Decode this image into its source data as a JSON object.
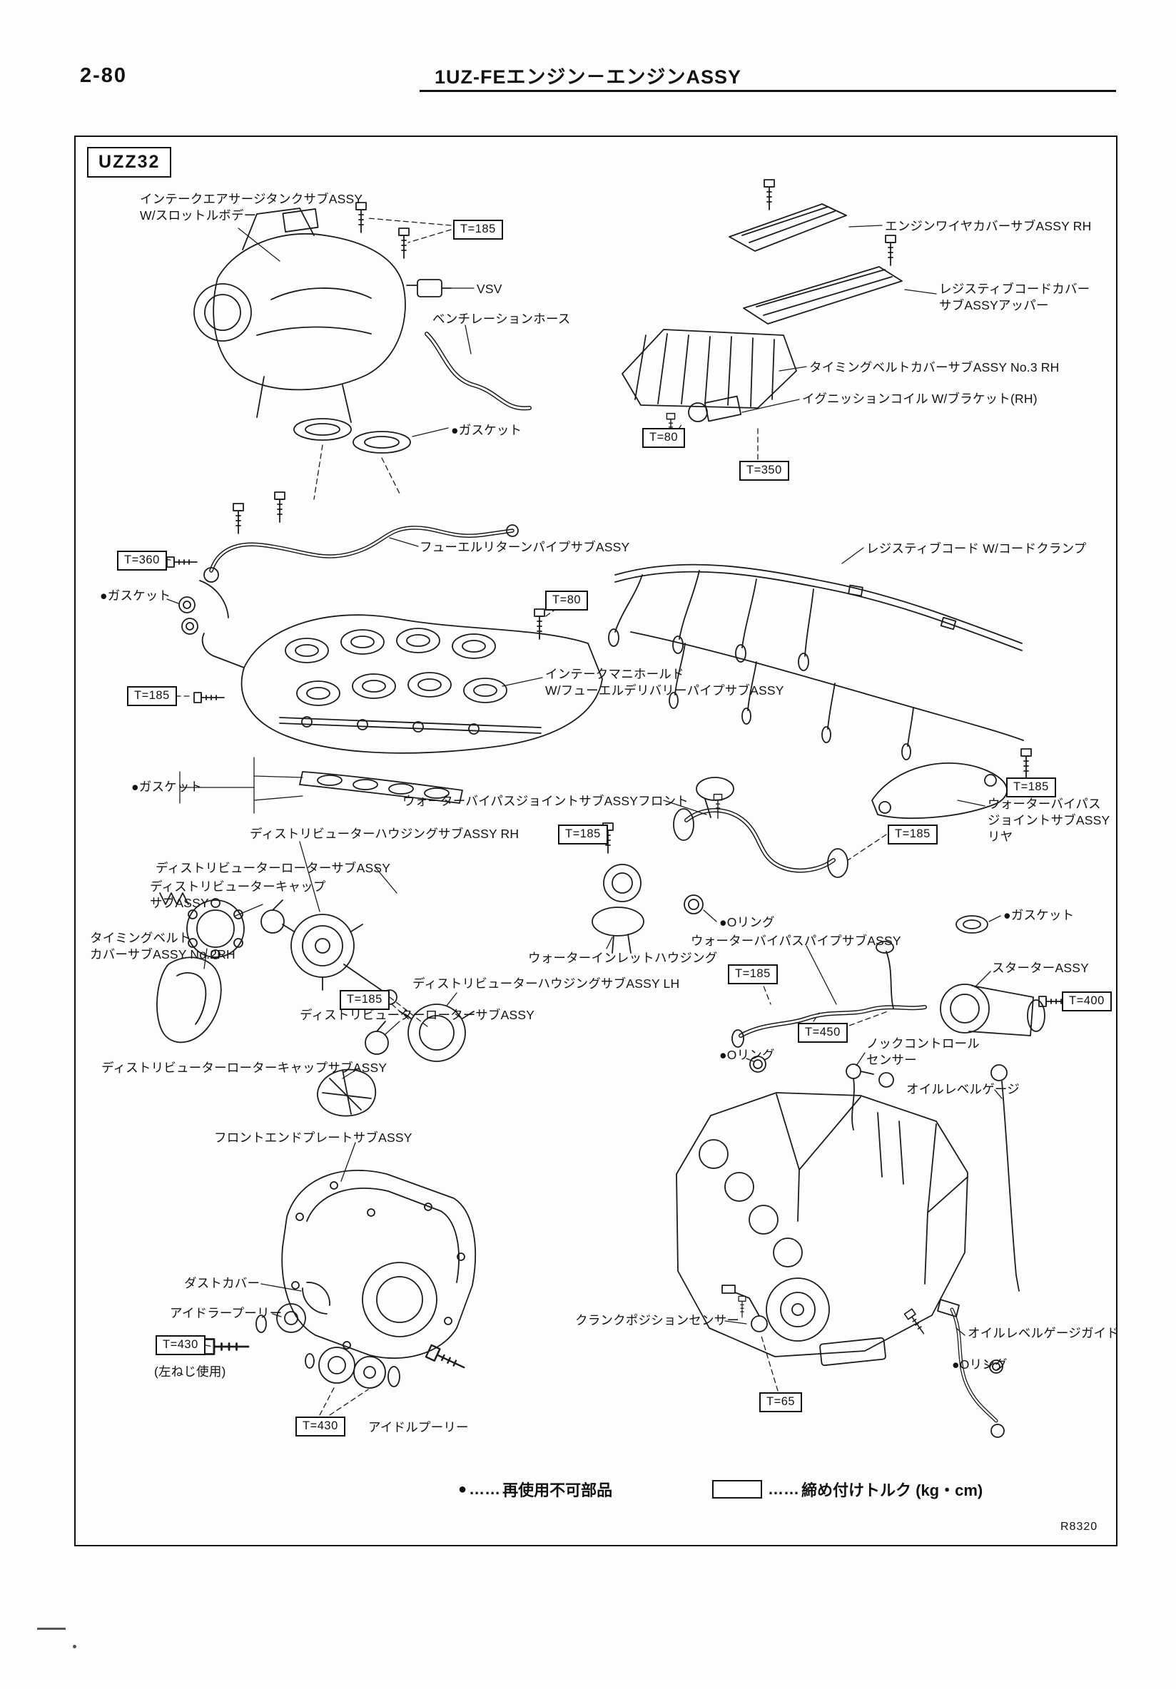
{
  "page": {
    "page_number": "2-80",
    "title": "1UZ-FEエンジン－エンジンASSY",
    "model_badge": "UZZ32",
    "figure_ref": "R8320"
  },
  "legend": {
    "bullet": "●",
    "dots": "……",
    "nonreusable": "再使用不可部品",
    "torque": "締め付けトルク (kg・cm)"
  },
  "labels": [
    "インテークエアサージタンクサブASSY\nW/スロットルボデー",
    "VSV",
    "ベンチレーションホース",
    "●ガスケット",
    "エンジンワイヤカバーサブASSY RH",
    "レジスティブコードカバー\nサブASSYアッパー",
    "タイミングベルトカバーサブASSY No.3 RH",
    "イグニッションコイル W/ブラケット(RH)",
    "フューエルリターンパイプサブASSY",
    "●ガスケット",
    "レジスティブコード W/コードクランプ",
    "インテークマニホールド\nW/フューエルデリバリーパイプサブASSY",
    "●ガスケット",
    "ウォーターバイパスジョイントサブASSYフロント",
    "ディストリビューターハウジングサブASSY RH",
    "ウォーターバイパス\nジョイントサブASSY\nリヤ",
    "ディストリビューターローターサブASSY",
    "ディストリビューターキャップ\nサブASSY",
    "タイミングベルト\nカバーサブASSY No.2RH",
    "●Oリング",
    "●ガスケット",
    "ウォーターインレットハウジング",
    "ウォーターバイパスパイプサブASSY",
    "スターターASSY",
    "ディストリビューターハウジングサブASSY LH",
    "ディストリビューターローターサブASSY",
    "ノックコントロール\nセンサー",
    "●Oリング",
    "オイルレベルゲージ",
    "ディストリビューターローターキャップサブASSY",
    "フロントエンドプレートサブASSY",
    "ダストカバー",
    "アイドラープーリー",
    "(左ねじ使用)",
    "アイドルプーリー",
    "クランクポジションセンサー",
    "オイルレベルゲージガイド",
    "●Oリング"
  ],
  "torques": [
    "T=185",
    "T=80",
    "T=350",
    "T=360",
    "T=80",
    "T=185",
    "T=185",
    "T=185",
    "T=185",
    "T=185",
    "T=185",
    "T=400",
    "T=450",
    "T=430",
    "T=430",
    "T=65"
  ]
}
